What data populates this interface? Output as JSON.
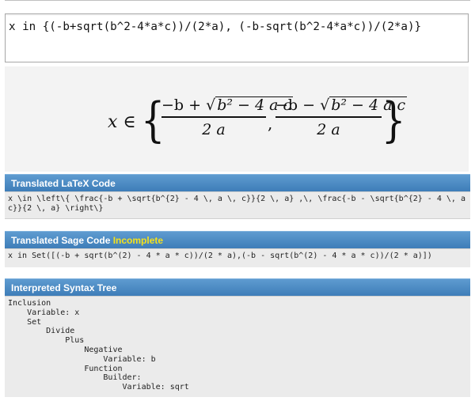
{
  "input": {
    "expression": "x in {(-b+sqrt(b^2-4*a*c))/(2*a), (-b-sqrt(b^2-4*a*c))/(2*a)}"
  },
  "math": {
    "var": "x",
    "in": "∈",
    "open_brace": "{",
    "close_brace": "}",
    "comma": ",",
    "frac1_num_pre": "−b + ",
    "frac2_num_pre": "−b − ",
    "radicand": "b² − 4 a c",
    "den": "2 a"
  },
  "latex_panel": {
    "title": "Translated LaTeX Code",
    "lines": [
      "x \\in \\left\\{ \\frac{-b + \\sqrt{b^{2} - 4 \\, a \\, c}}{2 \\, a} ,\\, \\frac{-b - \\sqrt{b^{2} - 4 \\, a \\, ",
      "c}}{2 \\, a} \\right\\}"
    ]
  },
  "sage_panel": {
    "title": "Translated Sage Code",
    "status": "Incomplete",
    "code": "x in Set([(-b + sqrt(b^(2) - 4 * a * c))/(2 * a),(-b - sqrt(b^(2) - 4 * a * c))/(2 * a)])"
  },
  "tree_panel": {
    "title": "Interpreted Syntax Tree",
    "lines": [
      "Inclusion",
      "    Variable: x",
      "    Set",
      "        Divide",
      "            Plus",
      "                Negative",
      "                    Variable: b",
      "                Function",
      "                    Builder:",
      "                        Variable: sqrt"
    ]
  }
}
